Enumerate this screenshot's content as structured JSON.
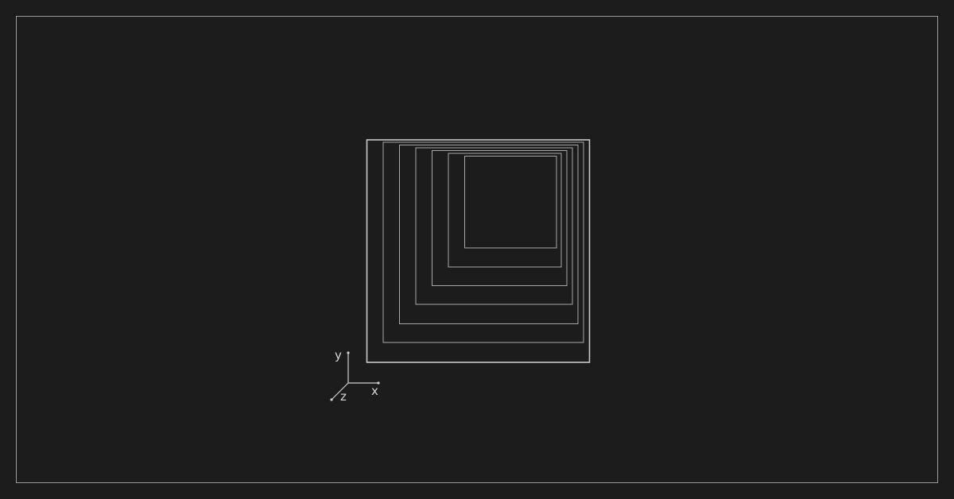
{
  "diagram": {
    "colors": {
      "background": "#1c1c1c",
      "frame": "#9a9a9a",
      "square_outer": "#c8c8c8",
      "square_inner": "#a8a8a8",
      "axes": "#cfcfcf"
    },
    "nested_square_count": 7,
    "axes": {
      "y_label": "y",
      "x_label": "x",
      "z_label": "z"
    }
  }
}
